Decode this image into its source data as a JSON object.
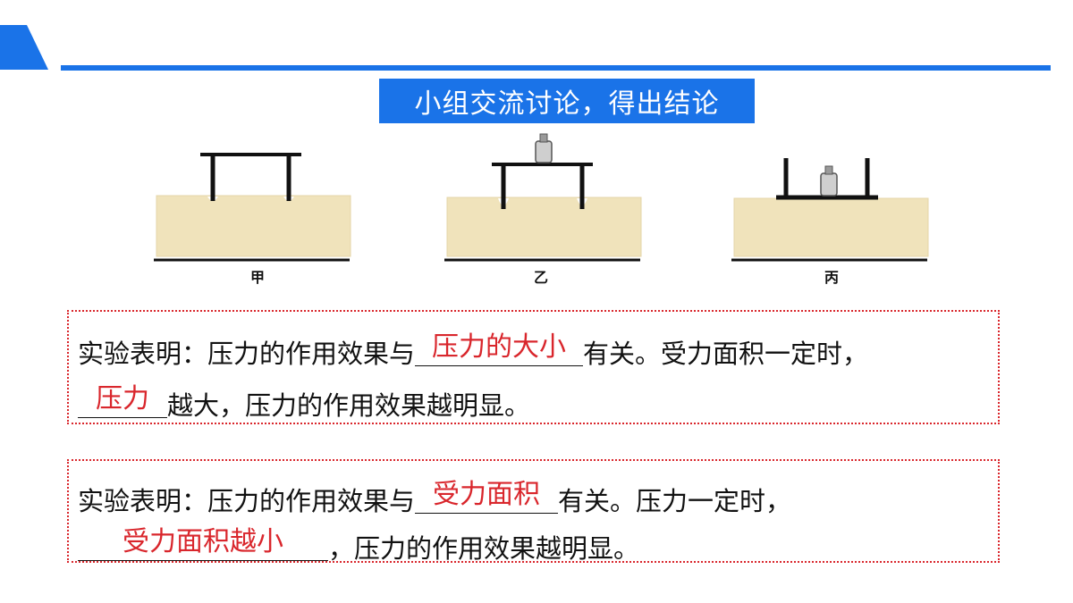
{
  "banner": {
    "title": "小组交流讨论，得出结论"
  },
  "figures": [
    {
      "caption": "甲"
    },
    {
      "caption": "乙"
    },
    {
      "caption": "丙"
    }
  ],
  "conclusions": [
    {
      "prefix": "实验表明：压力的作用效果与",
      "answer1": "压力的大小",
      "middle": "有关。受力面积一定时，",
      "answer2": "压力",
      "suffix": "越大，压力的作用效果越明显。"
    },
    {
      "prefix": "实验表明：压力的作用效果与",
      "answer1": "受力面积",
      "middle": "有关。压力一定时，",
      "answer2": "受力面积越小",
      "suffix": "，压力的作用效果越明显。"
    }
  ],
  "colors": {
    "accent_blue": "#1a73e8",
    "answer_red": "#d9262c",
    "sand": "#f0e3bb"
  }
}
